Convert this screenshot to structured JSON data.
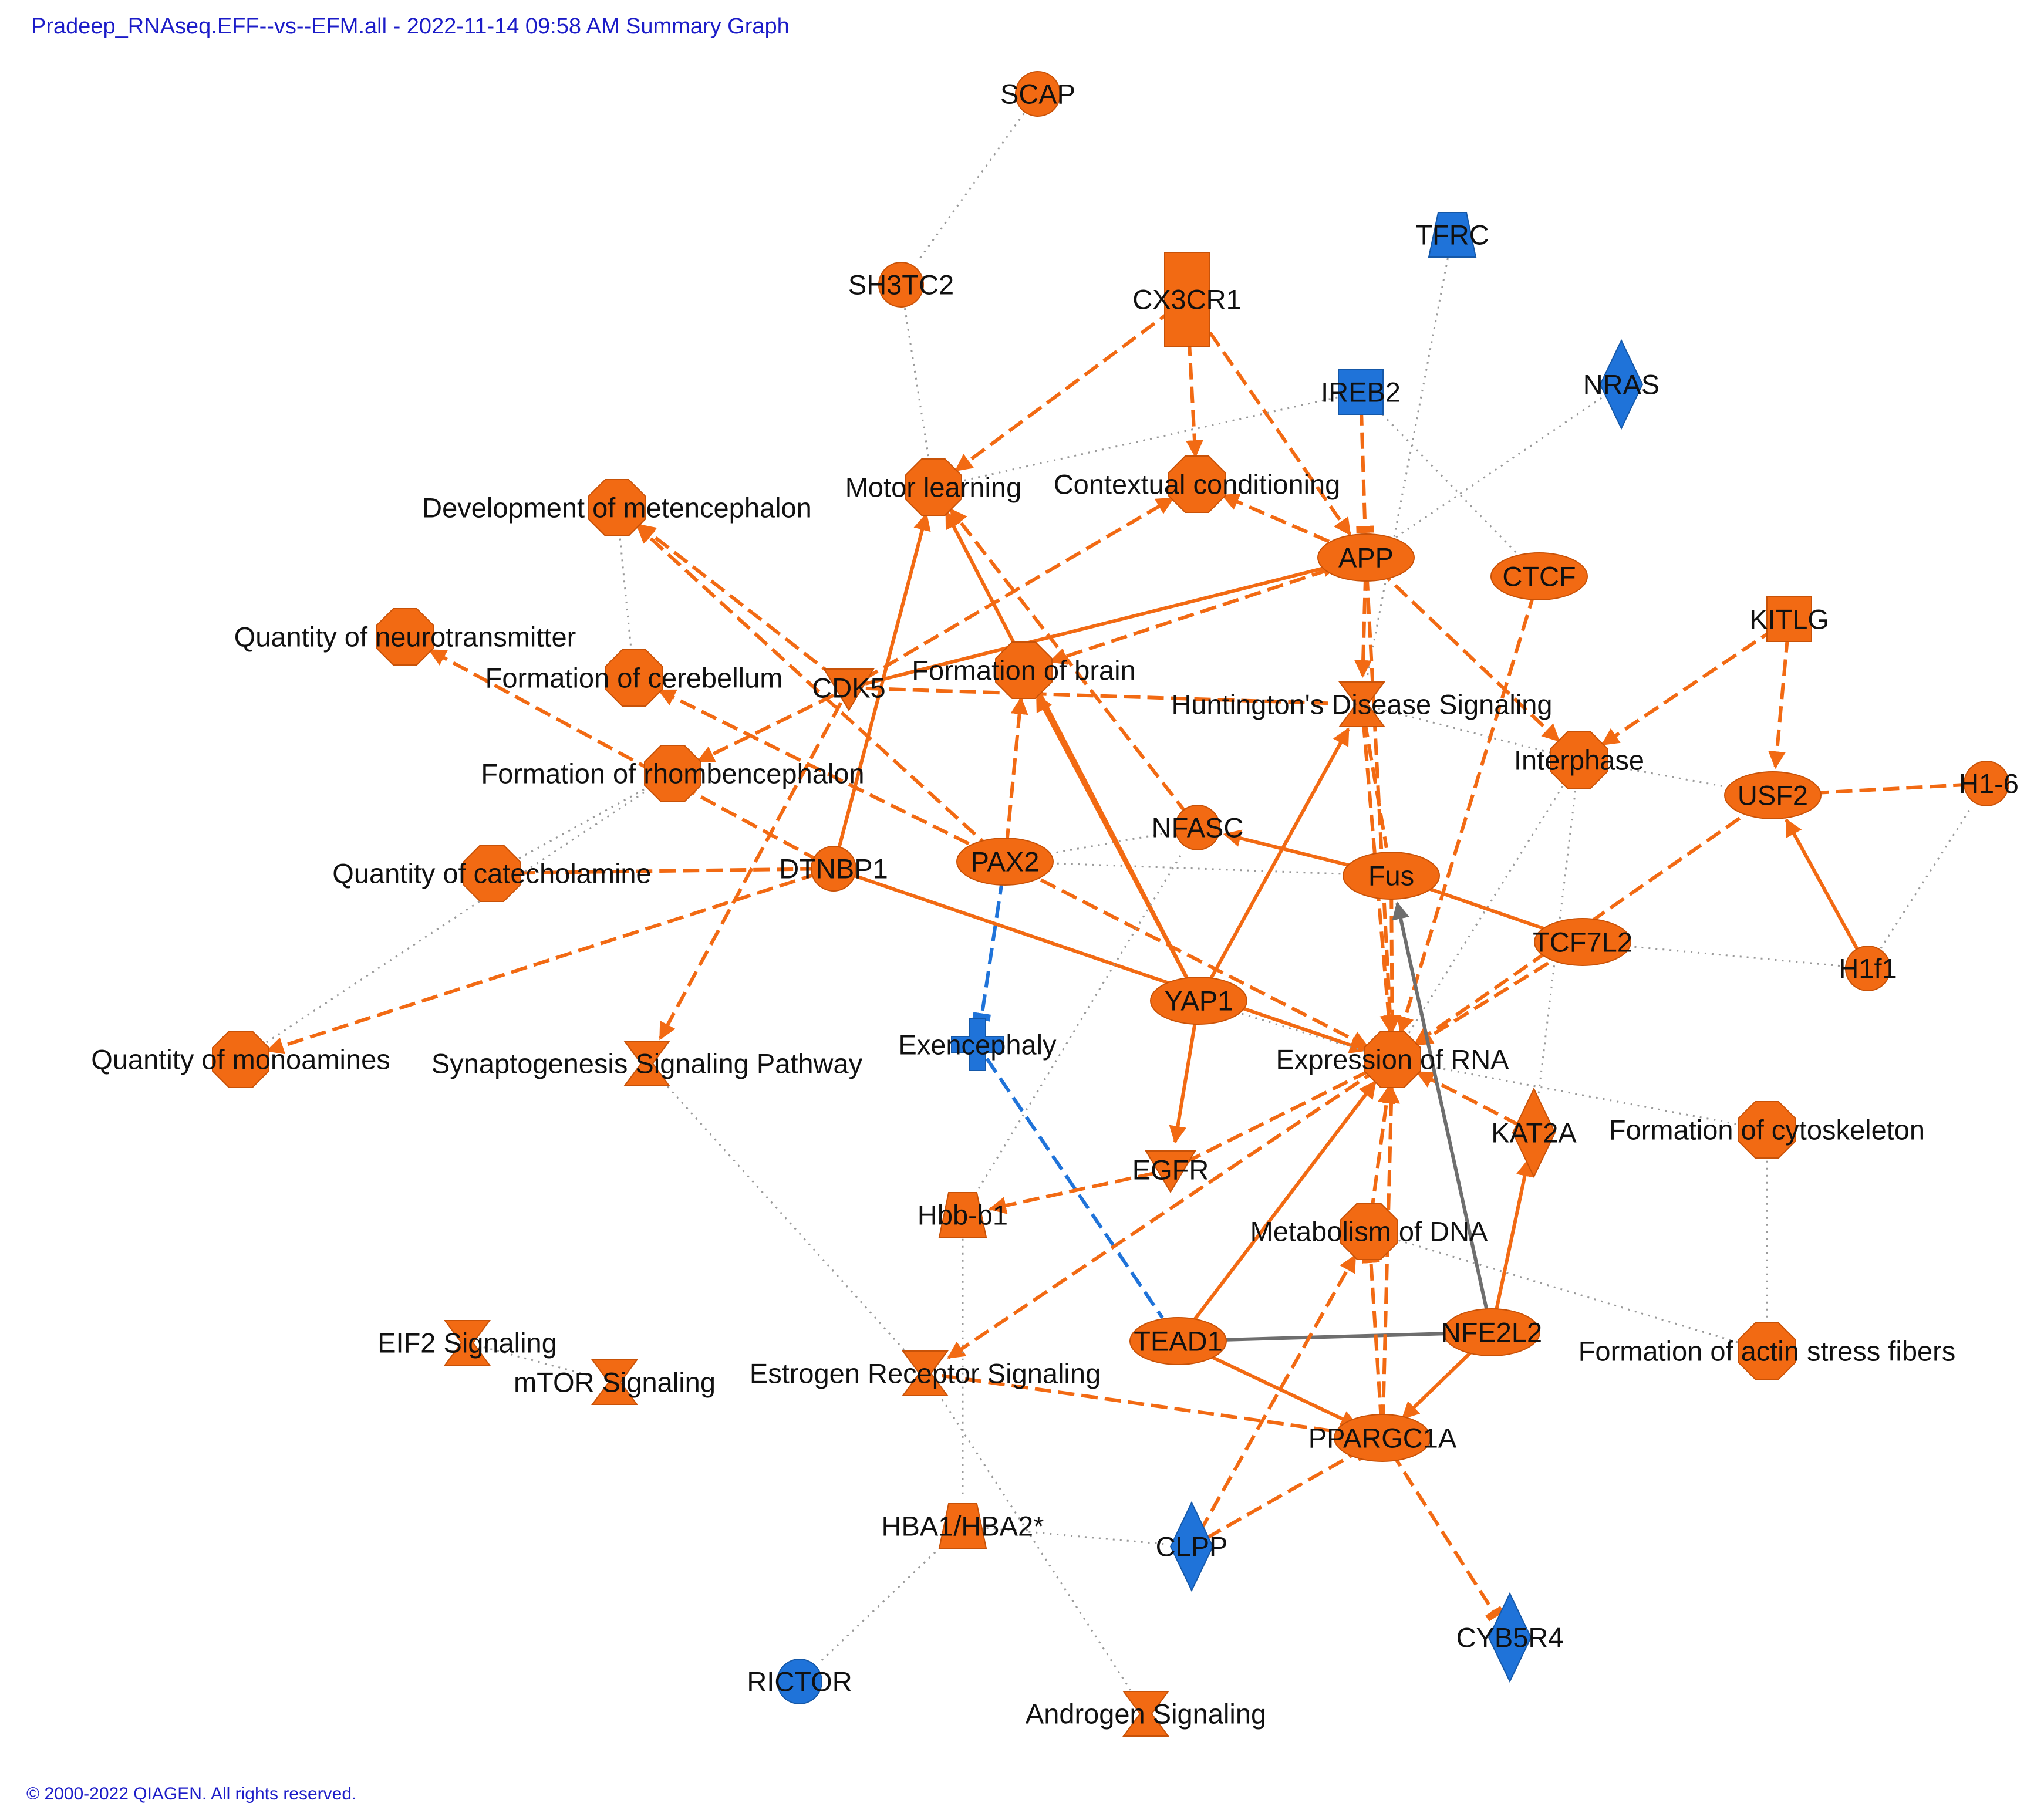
{
  "header": {
    "title": "Pradeep_RNAseq.EFF--vs--EFM.all - 2022-11-14 09:58 AM Summary Graph"
  },
  "footer": {
    "copyright": "© 2000-2022 QIAGEN. All rights reserved."
  },
  "colors": {
    "upregulated": "#f26a13",
    "downregulated": "#1f73d9",
    "edge_orange": "#f26a13",
    "edge_blue": "#1f73d9",
    "edge_gray": "#6e6e6e",
    "dotted": "#999999"
  },
  "legend_semantics": {
    "orange": "predicted activation / up-regulated",
    "blue": "predicted inhibition / down-regulated",
    "dotted": "non-directional association"
  },
  "nodes": [
    {
      "id": "SCAP",
      "label": "SCAP",
      "shape": "circle",
      "color": "orange"
    },
    {
      "id": "SH3TC2",
      "label": "SH3TC2",
      "shape": "circle",
      "color": "orange"
    },
    {
      "id": "CX3CR1",
      "label": "CX3CR1",
      "shape": "rect",
      "color": "orange"
    },
    {
      "id": "TFRC",
      "label": "TFRC",
      "shape": "trapezoid",
      "color": "blue"
    },
    {
      "id": "IREB2",
      "label": "IREB2",
      "shape": "square",
      "color": "blue"
    },
    {
      "id": "NRAS",
      "label": "NRAS",
      "shape": "diamond",
      "color": "blue"
    },
    {
      "id": "DevMet",
      "label": "Development of metencephalon",
      "shape": "octagon",
      "color": "orange"
    },
    {
      "id": "Motor",
      "label": "Motor learning",
      "shape": "octagon",
      "color": "orange"
    },
    {
      "id": "Context",
      "label": "Contextual conditioning",
      "shape": "octagon",
      "color": "orange"
    },
    {
      "id": "APP",
      "label": "APP",
      "shape": "ellipse",
      "color": "orange"
    },
    {
      "id": "CTCF",
      "label": "CTCF",
      "shape": "ellipse",
      "color": "orange"
    },
    {
      "id": "KITLG",
      "label": "KITLG",
      "shape": "square",
      "color": "orange"
    },
    {
      "id": "QNeuro",
      "label": "Quantity of neurotransmitter",
      "shape": "octagon",
      "color": "orange"
    },
    {
      "id": "FormCereb",
      "label": "Formation of cerebellum",
      "shape": "octagon",
      "color": "orange"
    },
    {
      "id": "CDK5",
      "label": "CDK5",
      "shape": "vtriangle",
      "color": "orange"
    },
    {
      "id": "FormBrain",
      "label": "Formation of brain",
      "shape": "octagon",
      "color": "orange"
    },
    {
      "id": "Huntington",
      "label": "Huntington's Disease Signaling",
      "shape": "hourglass",
      "color": "orange"
    },
    {
      "id": "Interphase",
      "label": "Interphase",
      "shape": "octagon",
      "color": "orange"
    },
    {
      "id": "USF2",
      "label": "USF2",
      "shape": "ellipse",
      "color": "orange"
    },
    {
      "id": "H16",
      "label": "H1-6",
      "shape": "circle",
      "color": "orange"
    },
    {
      "id": "FormRhomb",
      "label": "Formation of rhombencephalon",
      "shape": "octagon",
      "color": "orange"
    },
    {
      "id": "NFASC",
      "label": "NFASC",
      "shape": "circle",
      "color": "orange"
    },
    {
      "id": "QCat",
      "label": "Quantity of catecholamine",
      "shape": "octagon",
      "color": "orange"
    },
    {
      "id": "DTNBP1",
      "label": "DTNBP1",
      "shape": "circle",
      "color": "orange"
    },
    {
      "id": "PAX2",
      "label": "PAX2",
      "shape": "ellipse",
      "color": "orange"
    },
    {
      "id": "Fus",
      "label": "Fus",
      "shape": "ellipse",
      "color": "orange"
    },
    {
      "id": "TCF7L2",
      "label": "TCF7L2",
      "shape": "ellipse",
      "color": "orange"
    },
    {
      "id": "H1f1",
      "label": "H1f1",
      "shape": "circle",
      "color": "orange"
    },
    {
      "id": "YAP1",
      "label": "YAP1",
      "shape": "ellipse",
      "color": "orange"
    },
    {
      "id": "Exencephaly",
      "label": "Exencephaly",
      "shape": "cross",
      "color": "blue"
    },
    {
      "id": "QMono",
      "label": "Quantity of monoamines",
      "shape": "octagon",
      "color": "orange"
    },
    {
      "id": "Synapto",
      "label": "Synaptogenesis Signaling Pathway",
      "shape": "hourglass",
      "color": "orange"
    },
    {
      "id": "ExprRNA",
      "label": "Expression of RNA",
      "shape": "octagon",
      "color": "orange"
    },
    {
      "id": "KAT2A",
      "label": "KAT2A",
      "shape": "diamond",
      "color": "orange"
    },
    {
      "id": "FormCyto",
      "label": "Formation of cytoskeleton",
      "shape": "octagon",
      "color": "orange"
    },
    {
      "id": "EGFR",
      "label": "EGFR",
      "shape": "vtriangle",
      "color": "orange"
    },
    {
      "id": "Hbb",
      "label": "Hbb-b1",
      "shape": "trapezoid",
      "color": "orange"
    },
    {
      "id": "MetaDNA",
      "label": "Metabolism of DNA",
      "shape": "octagon",
      "color": "orange"
    },
    {
      "id": "EIF2",
      "label": "EIF2 Signaling",
      "shape": "hourglass",
      "color": "orange"
    },
    {
      "id": "mTOR",
      "label": "mTOR Signaling",
      "shape": "hourglass",
      "color": "orange"
    },
    {
      "id": "Estrogen",
      "label": "Estrogen Receptor Signaling",
      "shape": "hourglass",
      "color": "orange"
    },
    {
      "id": "TEAD1",
      "label": "TEAD1",
      "shape": "ellipse",
      "color": "orange"
    },
    {
      "id": "NFE2L2",
      "label": "NFE2L2",
      "shape": "ellipse",
      "color": "orange"
    },
    {
      "id": "FormActin",
      "label": "Formation of actin stress fibers",
      "shape": "octagon",
      "color": "orange"
    },
    {
      "id": "PPARGC1A",
      "label": "PPARGC1A",
      "shape": "ellipse",
      "color": "orange"
    },
    {
      "id": "HBA",
      "label": "HBA1/HBA2*",
      "shape": "trapezoid",
      "color": "orange"
    },
    {
      "id": "CLPP",
      "label": "CLPP",
      "shape": "diamond",
      "color": "blue"
    },
    {
      "id": "CYB5R4",
      "label": "CYB5R4",
      "shape": "diamond",
      "color": "blue"
    },
    {
      "id": "RICTOR",
      "label": "RICTOR",
      "shape": "circle",
      "color": "blue"
    },
    {
      "id": "Androgen",
      "label": "Androgen Signaling",
      "shape": "hourglass",
      "color": "orange"
    }
  ],
  "edges": [
    {
      "from": "SCAP",
      "to": "SH3TC2",
      "style": "dotted",
      "color": "dotted",
      "head": "none"
    },
    {
      "from": "SH3TC2",
      "to": "Motor",
      "style": "dotted",
      "color": "dotted",
      "head": "none"
    },
    {
      "from": "CX3CR1",
      "to": "Motor",
      "style": "dashed",
      "color": "edge_orange",
      "head": "arrow"
    },
    {
      "from": "CX3CR1",
      "to": "Context",
      "style": "dashed",
      "color": "edge_orange",
      "head": "arrow"
    },
    {
      "from": "CX3CR1",
      "to": "APP",
      "style": "dashed",
      "color": "edge_orange",
      "head": "arrow"
    },
    {
      "from": "IREB2",
      "to": "APP",
      "style": "dashed",
      "color": "edge_orange",
      "head": "bar"
    },
    {
      "from": "IREB2",
      "to": "Motor",
      "style": "dotted",
      "color": "dotted",
      "head": "none"
    },
    {
      "from": "IREB2",
      "to": "CTCF",
      "style": "dotted",
      "color": "dotted",
      "head": "none"
    },
    {
      "from": "TFRC",
      "to": "Huntington",
      "style": "dotted",
      "color": "dotted",
      "head": "none"
    },
    {
      "from": "NRAS",
      "to": "APP",
      "style": "dotted",
      "color": "dotted",
      "head": "none"
    },
    {
      "from": "APP",
      "to": "Context",
      "style": "dashed",
      "color": "edge_orange",
      "head": "arrow"
    },
    {
      "from": "APP",
      "to": "FormBrain",
      "style": "dashed",
      "color": "edge_orange",
      "head": "arrow"
    },
    {
      "from": "APP",
      "to": "Huntington",
      "style": "dashed",
      "color": "edge_orange",
      "head": "arrow"
    },
    {
      "from": "APP",
      "to": "Interphase",
      "style": "dashed",
      "color": "edge_orange",
      "head": "arrow"
    },
    {
      "from": "APP",
      "to": "ExprRNA",
      "style": "dashed",
      "color": "edge_orange",
      "head": "arrow"
    },
    {
      "from": "CDK5",
      "to": "APP",
      "style": "solid",
      "color": "edge_orange",
      "head": "arrow"
    },
    {
      "from": "CDK5",
      "to": "Context",
      "style": "dashed",
      "color": "edge_orange",
      "head": "arrow"
    },
    {
      "from": "CDK5",
      "to": "DevMet",
      "style": "dashed",
      "color": "edge_orange",
      "head": "arrow"
    },
    {
      "from": "CDK5",
      "to": "FormRhomb",
      "style": "dashed",
      "color": "edge_orange",
      "head": "arrow"
    },
    {
      "from": "CDK5",
      "to": "Synapto",
      "style": "dashed",
      "color": "edge_orange",
      "head": "arrow"
    },
    {
      "from": "CDK5",
      "to": "Huntington",
      "style": "dashed",
      "color": "edge_orange",
      "head": "none"
    },
    {
      "from": "CTCF",
      "to": "ExprRNA",
      "style": "dashed",
      "color": "edge_orange",
      "head": "arrow"
    },
    {
      "from": "KITLG",
      "to": "Interphase",
      "style": "dashed",
      "color": "edge_orange",
      "head": "arrow"
    },
    {
      "from": "KITLG",
      "to": "USF2",
      "style": "dashed",
      "color": "edge_orange",
      "head": "arrow"
    },
    {
      "from": "H16",
      "to": "USF2",
      "style": "dashed",
      "color": "edge_orange",
      "head": "arrow"
    },
    {
      "from": "H1f1",
      "to": "USF2",
      "style": "solid",
      "color": "edge_orange",
      "head": "arrow"
    },
    {
      "from": "H1f1",
      "to": "H16",
      "style": "dotted",
      "color": "dotted",
      "head": "none"
    },
    {
      "from": "USF2",
      "to": "ExprRNA",
      "style": "dashed",
      "color": "edge_orange",
      "head": "arrow"
    },
    {
      "from": "Interphase",
      "to": "USF2",
      "style": "dotted",
      "color": "dotted",
      "head": "none"
    },
    {
      "from": "Interphase",
      "to": "KAT2A",
      "style": "dotted",
      "color": "dotted",
      "head": "none"
    },
    {
      "from": "Interphase",
      "to": "ExprRNA",
      "style": "dotted",
      "color": "dotted",
      "head": "none"
    },
    {
      "from": "DevMet",
      "to": "FormCereb",
      "style": "dotted",
      "color": "dotted",
      "head": "none"
    },
    {
      "from": "PAX2",
      "to": "DevMet",
      "style": "dashed",
      "color": "edge_orange",
      "head": "arrow"
    },
    {
      "from": "PAX2",
      "to": "FormCereb",
      "style": "dashed",
      "color": "edge_orange",
      "head": "arrow"
    },
    {
      "from": "PAX2",
      "to": "FormBrain",
      "style": "dashed",
      "color": "edge_orange",
      "head": "arrow"
    },
    {
      "from": "PAX2",
      "to": "Exencephaly",
      "style": "dashed",
      "color": "edge_blue",
      "head": "bar"
    },
    {
      "from": "PAX2",
      "to": "ExprRNA",
      "style": "dashed",
      "color": "edge_orange",
      "head": "arrow"
    },
    {
      "from": "PAX2",
      "to": "NFASC",
      "style": "dotted",
      "color": "dotted",
      "head": "none"
    },
    {
      "from": "PAX2",
      "to": "Fus",
      "style": "dotted",
      "color": "dotted",
      "head": "none"
    },
    {
      "from": "DTNBP1",
      "to": "QNeuro",
      "style": "dashed",
      "color": "edge_orange",
      "head": "arrow"
    },
    {
      "from": "DTNBP1",
      "to": "QCat",
      "style": "dashed",
      "color": "edge_orange",
      "head": "none"
    },
    {
      "from": "DTNBP1",
      "to": "QMono",
      "style": "dashed",
      "color": "edge_orange",
      "head": "arrow"
    },
    {
      "from": "DTNBP1",
      "to": "Motor",
      "style": "solid",
      "color": "edge_orange",
      "head": "arrow"
    },
    {
      "from": "DTNBP1",
      "to": "ExprRNA",
      "style": "solid",
      "color": "edge_orange",
      "head": "arrow"
    },
    {
      "from": "QCat",
      "to": "FormRhomb",
      "style": "dotted",
      "color": "dotted",
      "head": "none"
    },
    {
      "from": "QMono",
      "to": "FormRhomb",
      "style": "dotted",
      "color": "dotted",
      "head": "none"
    },
    {
      "from": "YAP1",
      "to": "FormBrain",
      "style": "solid",
      "color": "edge_orange",
      "head": "arrow"
    },
    {
      "from": "YAP1",
      "to": "Motor",
      "style": "solid",
      "color": "edge_orange",
      "head": "arrow"
    },
    {
      "from": "YAP1",
      "to": "EGFR",
      "style": "solid",
      "color": "edge_orange",
      "head": "arrow"
    },
    {
      "from": "YAP1",
      "to": "Huntington",
      "style": "solid",
      "color": "edge_orange",
      "head": "arrow"
    },
    {
      "from": "YAP1",
      "to": "ExprRNA",
      "style": "dotted",
      "color": "dotted",
      "head": "none"
    },
    {
      "from": "NFASC",
      "to": "Motor",
      "style": "dashed",
      "color": "edge_orange",
      "head": "arrow"
    },
    {
      "from": "Fus",
      "to": "NFASC",
      "style": "solid",
      "color": "edge_orange",
      "head": "arrow"
    },
    {
      "from": "Fus",
      "to": "ExprRNA",
      "style": "dashed",
      "color": "edge_orange",
      "head": "arrow"
    },
    {
      "from": "Fus",
      "to": "TCF7L2",
      "style": "solid",
      "color": "edge_orange",
      "head": "none"
    },
    {
      "from": "Huntington",
      "to": "ExprRNA",
      "style": "dashed",
      "color": "edge_orange",
      "head": "arrow"
    },
    {
      "from": "Huntington",
      "to": "Fus",
      "style": "dashed",
      "color": "edge_orange",
      "head": "none"
    },
    {
      "from": "Huntington",
      "to": "Interphase",
      "style": "dotted",
      "color": "dotted",
      "head": "none"
    },
    {
      "from": "TCF7L2",
      "to": "ExprRNA",
      "style": "dashed",
      "color": "edge_orange",
      "head": "arrow"
    },
    {
      "from": "TCF7L2",
      "to": "H1f1",
      "style": "dotted",
      "color": "dotted",
      "head": "none"
    },
    {
      "from": "Exencephaly",
      "to": "TEAD1",
      "style": "dashed",
      "color": "edge_blue",
      "head": "none"
    },
    {
      "from": "EGFR",
      "to": "Hbb",
      "style": "dashed",
      "color": "edge_orange",
      "head": "arrow"
    },
    {
      "from": "EGFR",
      "to": "ExprRNA",
      "style": "dashed",
      "color": "edge_orange",
      "head": "none"
    },
    {
      "from": "ExprRNA",
      "to": "Estrogen",
      "style": "dashed",
      "color": "edge_orange",
      "head": "arrow"
    },
    {
      "from": "ExprRNA",
      "to": "FormCyto",
      "style": "dotted",
      "color": "dotted",
      "head": "none"
    },
    {
      "from": "MetaDNA",
      "to": "ExprRNA",
      "style": "dashed",
      "color": "edge_orange",
      "head": "arrow"
    },
    {
      "from": "MetaDNA",
      "to": "FormActin",
      "style": "dotted",
      "color": "dotted",
      "head": "none"
    },
    {
      "from": "KAT2A",
      "to": "ExprRNA",
      "style": "dashed",
      "color": "edge_orange",
      "head": "arrow"
    },
    {
      "from": "FormCyto",
      "to": "FormActin",
      "style": "dotted",
      "color": "dotted",
      "head": "none"
    },
    {
      "from": "NFE2L2",
      "to": "TEAD1",
      "style": "solid",
      "color": "edge_gray",
      "head": "arrow"
    },
    {
      "from": "NFE2L2",
      "to": "Fus",
      "style": "solid",
      "color": "edge_gray",
      "head": "arrow"
    },
    {
      "from": "NFE2L2",
      "to": "KAT2A",
      "style": "solid",
      "color": "edge_orange",
      "head": "arrow"
    },
    {
      "from": "NFE2L2",
      "to": "PPARGC1A",
      "style": "solid",
      "color": "edge_orange",
      "head": "arrow"
    },
    {
      "from": "TEAD1",
      "to": "ExprRNA",
      "style": "solid",
      "color": "edge_orange",
      "head": "arrow"
    },
    {
      "from": "TEAD1",
      "to": "PPARGC1A",
      "style": "solid",
      "color": "edge_orange",
      "head": "arrow"
    },
    {
      "from": "Estrogen",
      "to": "PPARGC1A",
      "style": "dashed",
      "color": "edge_orange",
      "head": "arrow"
    },
    {
      "from": "Synapto",
      "to": "Estrogen",
      "style": "dotted",
      "color": "dotted",
      "head": "none"
    },
    {
      "from": "PPARGC1A",
      "to": "MetaDNA",
      "style": "dashed",
      "color": "edge_orange",
      "head": "bar"
    },
    {
      "from": "PPARGC1A",
      "to": "ExprRNA",
      "style": "dashed",
      "color": "edge_orange",
      "head": "arrow"
    },
    {
      "from": "PPARGC1A",
      "to": "CYB5R4",
      "style": "dashed",
      "color": "edge_orange",
      "head": "bar"
    },
    {
      "from": "CLPP",
      "to": "MetaDNA",
      "style": "dashed",
      "color": "edge_orange",
      "head": "arrow"
    },
    {
      "from": "CLPP",
      "to": "PPARGC1A",
      "style": "dashed",
      "color": "edge_orange",
      "head": "bar"
    },
    {
      "from": "HBA",
      "to": "CLPP",
      "style": "dotted",
      "color": "dotted",
      "head": "none"
    },
    {
      "from": "HBA",
      "to": "RICTOR",
      "style": "dotted",
      "color": "dotted",
      "head": "none"
    },
    {
      "from": "Hbb",
      "to": "HBA",
      "style": "dotted",
      "color": "dotted",
      "head": "none"
    },
    {
      "from": "Hbb",
      "to": "NFASC",
      "style": "dotted",
      "color": "dotted",
      "head": "none"
    },
    {
      "from": "Estrogen",
      "to": "Androgen",
      "style": "dotted",
      "color": "dotted",
      "head": "none"
    },
    {
      "from": "EIF2",
      "to": "mTOR",
      "style": "dotted",
      "color": "dotted",
      "head": "none"
    }
  ]
}
